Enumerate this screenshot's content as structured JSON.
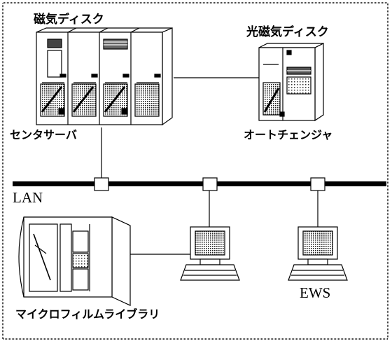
{
  "labels": {
    "magnetic_disk": "磁気ディスク",
    "magneto_optical_disk": "光磁気ディスク",
    "center_server": "センタサーバ",
    "auto_changer": "オートチェンジャ",
    "lan": "LAN",
    "microfilm_library": "マイクロフィルムライブラリ",
    "ews": "EWS"
  },
  "colors": {
    "ink": "#000000",
    "paper": "#ffffff",
    "screen_gray": "#9a9a9a",
    "panel_gray": "#bdbdbd"
  }
}
